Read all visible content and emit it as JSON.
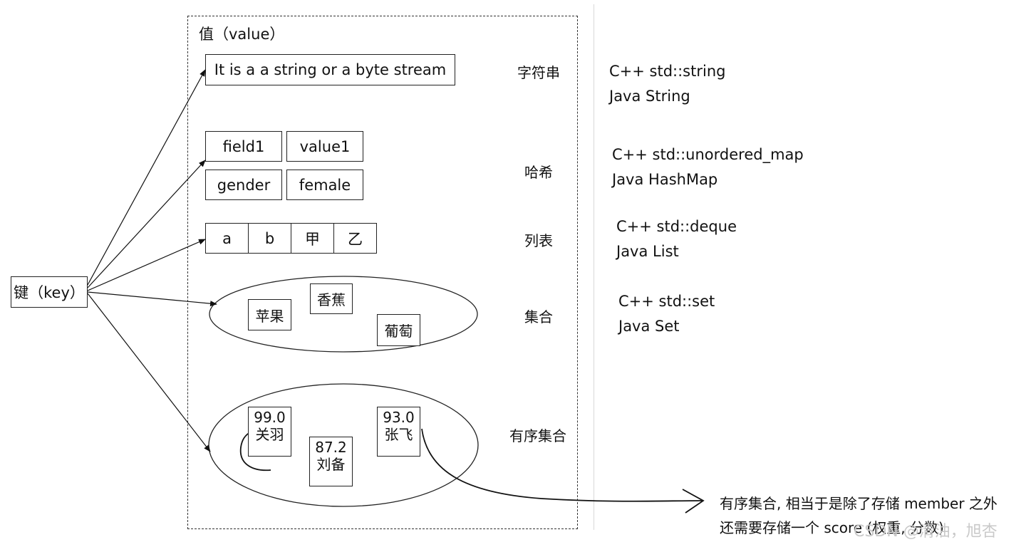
{
  "value_title": "值（value）",
  "key_label": "键（key）",
  "string_box": "It is a a string or a byte stream",
  "hash": {
    "cells": [
      "field1",
      "value1",
      "gender",
      "female"
    ]
  },
  "list": {
    "cells": [
      "a",
      "b",
      "甲",
      "乙"
    ]
  },
  "set": {
    "items": [
      "苹果",
      "香蕉",
      "葡萄"
    ]
  },
  "zset": {
    "items": [
      {
        "score": "99.0",
        "member": "关羽"
      },
      {
        "score": "87.2",
        "member": "刘备"
      },
      {
        "score": "93.0",
        "member": "张飞"
      }
    ]
  },
  "types": {
    "string": "字符串",
    "hash": "哈希",
    "list": "列表",
    "set": "集合",
    "zset": "有序集合"
  },
  "impls": {
    "string": [
      "C++ std::string",
      "Java String"
    ],
    "hash": [
      "C++ std::unordered_map",
      "Java HashMap"
    ],
    "list": [
      "C++ std::deque",
      "Java List"
    ],
    "set": [
      "C++ std::set",
      "Java Set"
    ]
  },
  "note": {
    "line1": "有序集合, 相当于是除了存储 member 之外",
    "line2": "还需要存储一个 score (权重, 分数)"
  },
  "watermark": "CSDN @清油，旭杏"
}
